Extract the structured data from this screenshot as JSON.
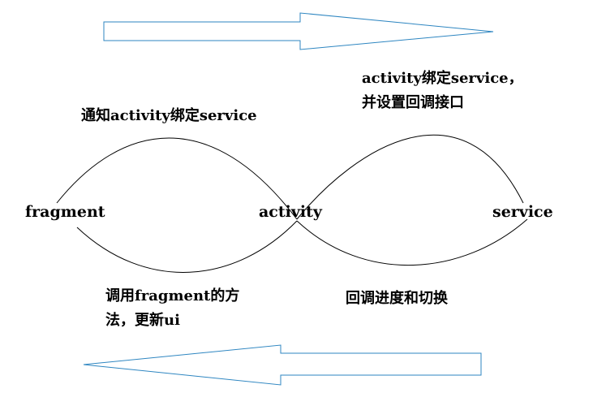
{
  "nodes": {
    "fragment": "fragment",
    "activity": "activity",
    "service": "service"
  },
  "edges": {
    "fragment_to_activity": "通知activity绑定service",
    "activity_to_service": "activity绑定service，并设置回调接口",
    "activity_to_fragment": "调用fragment的方法，更新ui",
    "service_to_activity": "回调进度和切换"
  },
  "colors": {
    "arrow_stroke": "#2e86c1",
    "curve_stroke": "#000000"
  }
}
